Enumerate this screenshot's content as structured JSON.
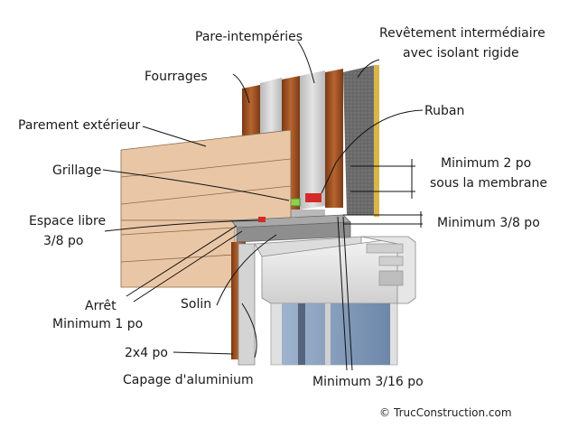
{
  "labels": {
    "pare_intemperies": "Pare-intempéries",
    "revetement_line1": "Revêtement intermédiaire",
    "revetement_line2": "avec isolant rigide",
    "fourrages": "Fourrages",
    "ruban": "Ruban",
    "parement": "Parement extérieur",
    "grillage": "Grillage",
    "min2_line1": "Minimum 2 po",
    "min2_line2": "sous la membrane",
    "espace_line1": "Espace libre",
    "espace_line2": "3/8 po",
    "min38": "Minimum 3/8 po",
    "arret_line1": "Arrêt",
    "arret_line2": "Minimum 1 po",
    "solin": "Solin",
    "deux_par_quatre": "2x4 po",
    "capage": "Capage d'aluminium",
    "min316": "Minimum 3/16 po"
  },
  "copyright": {
    "symbol": "©",
    "text": "TrucConstruction.com"
  },
  "colors": {
    "siding": "#e9c7a6",
    "wood": "#a4562a",
    "membrane": "#c9c9c9",
    "insulation": "#6f6f6f",
    "tape": "#d62a2a",
    "mesh": "#8fd14f",
    "flashing": "#9a9a9a",
    "window_frame": "#e6e6e6",
    "glass": "#8ea6c4",
    "gold_edge": "#d9b64a"
  }
}
